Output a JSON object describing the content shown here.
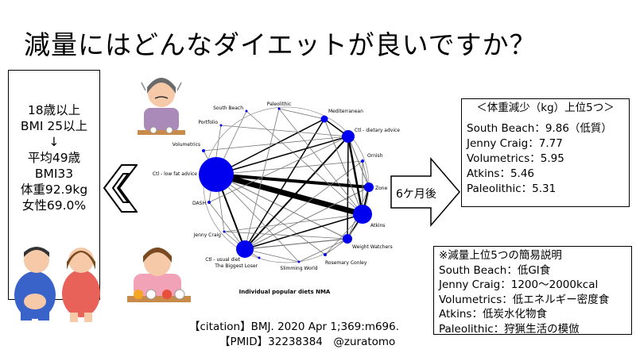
{
  "title": "減量にはどんなダイエットが良いですか？",
  "inclusion": {
    "lines": [
      "18歳以上",
      "BMI 25以上",
      "↓",
      "平均49歳",
      "BMI33",
      "体重92.9kg",
      "女性69.0%"
    ]
  },
  "arrow_label": "6ケ月後",
  "top5": {
    "header": "＜体重減少（kg）上位5つ＞",
    "items": [
      "South Beach：9.86（低質）",
      "Jenny Craig：7.77",
      "Volumetrics：5.95",
      "Atkins：5.46",
      "Paleolithic：5.31"
    ]
  },
  "descriptions": {
    "header": "※減量上位5つの簡易説明",
    "items": [
      "South Beach：低GI食",
      "Jenny Craig：1200〜2000kcal",
      "Volumetrics：低エネルギー密度食",
      "Atkins：低炭水化物食",
      "Paleolithic：狩猟生活の模倣"
    ]
  },
  "citation": {
    "line1": "【citation】BMJ. 2020 Apr 1;369:m696.",
    "line2": "【PMID】32238384　@zuratomo"
  },
  "network": {
    "caption": "Individual popular diets NMA",
    "node_color": "#0000ee",
    "nodes": [
      {
        "name": "South Beach"
      },
      {
        "name": "Paleolithic"
      },
      {
        "name": "Mediterranean"
      },
      {
        "name": "Portfolio"
      },
      {
        "name": "Ctl - dietary advice"
      },
      {
        "name": "Volumetrics"
      },
      {
        "name": "Ornish"
      },
      {
        "name": "Ctl - low fat advice"
      },
      {
        "name": "Zone"
      },
      {
        "name": "DASH"
      },
      {
        "name": "Atkins"
      },
      {
        "name": "Jenny Craig"
      },
      {
        "name": "Weight Watchers"
      },
      {
        "name": "Ctl - usual diet"
      },
      {
        "name": "The Biggest Loser"
      },
      {
        "name": "Rosemary Conley"
      },
      {
        "name": "Slimming World"
      }
    ]
  }
}
